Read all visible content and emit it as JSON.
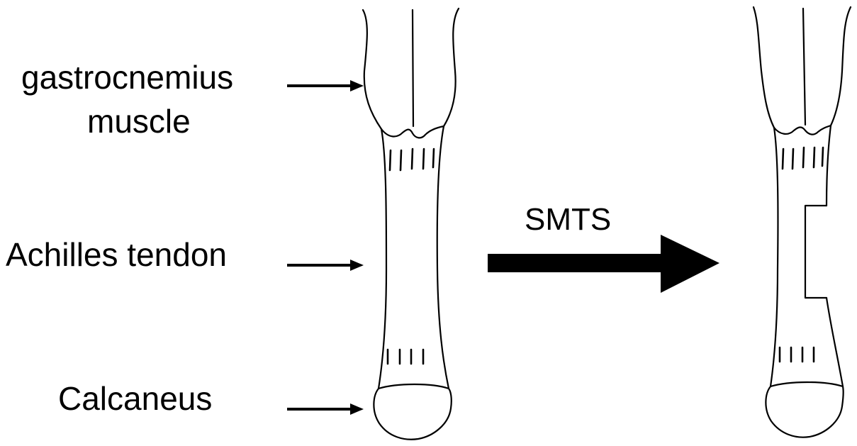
{
  "labels": {
    "gastrocnemius_line1": "gastrocnemius",
    "gastrocnemius_line2": "muscle",
    "achilles": "Achilles tendon",
    "calcaneus": "Calcaneus",
    "procedure": "SMTS"
  },
  "colors": {
    "ink": "#000000",
    "background": "#ffffff"
  }
}
